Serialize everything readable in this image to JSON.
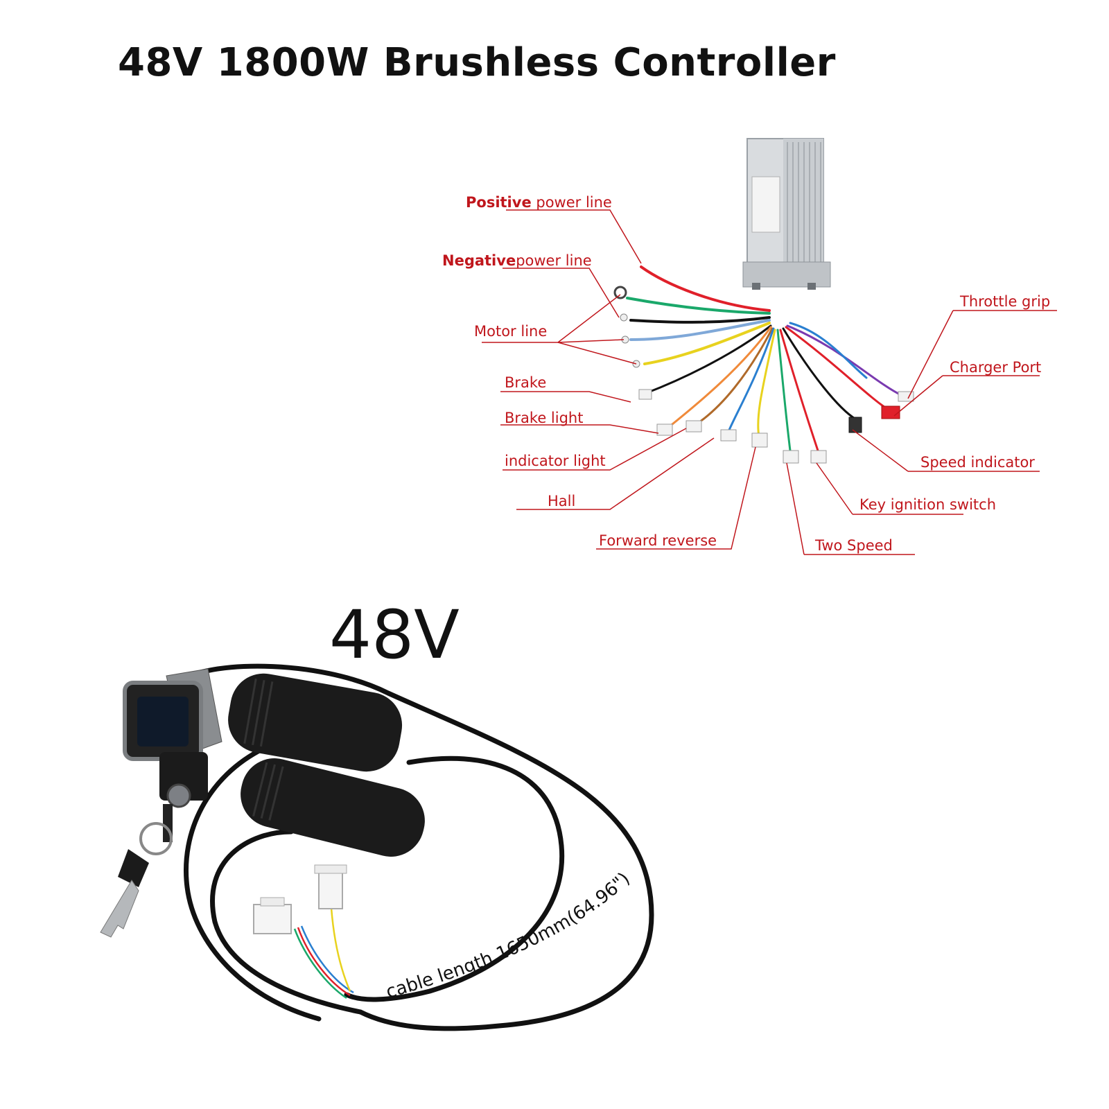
{
  "title": "48V 1800W Brushless Controller",
  "voltage_label": "48V",
  "cable_length_label": "cable length 1650mm(64.96\")",
  "controller_labels": {
    "positive_strong": "Positive",
    "positive_rest": "power line",
    "negative_strong": "Negative",
    "negative_rest": "power line",
    "motor_line": "Motor line",
    "brake": "Brake",
    "brake_light": "Brake light",
    "indicator_light": "indicator light",
    "hall": "Hall",
    "forward_reverse": "Forward reverse",
    "two_speed": "Two Speed",
    "key_ignition_switch": "Key ignition switch",
    "speed_indicator": "Speed indicator",
    "charger_port": "Charger Port",
    "throttle_grip": "Throttle grip"
  },
  "colors": {
    "label_red": "#c0161c",
    "wire_red": "#e0202a",
    "wire_green": "#1aa86a",
    "wire_black": "#111111",
    "wire_blue": "#7fa8d8",
    "wire_yellow": "#e8d21e",
    "housing": "#d8dbde"
  }
}
